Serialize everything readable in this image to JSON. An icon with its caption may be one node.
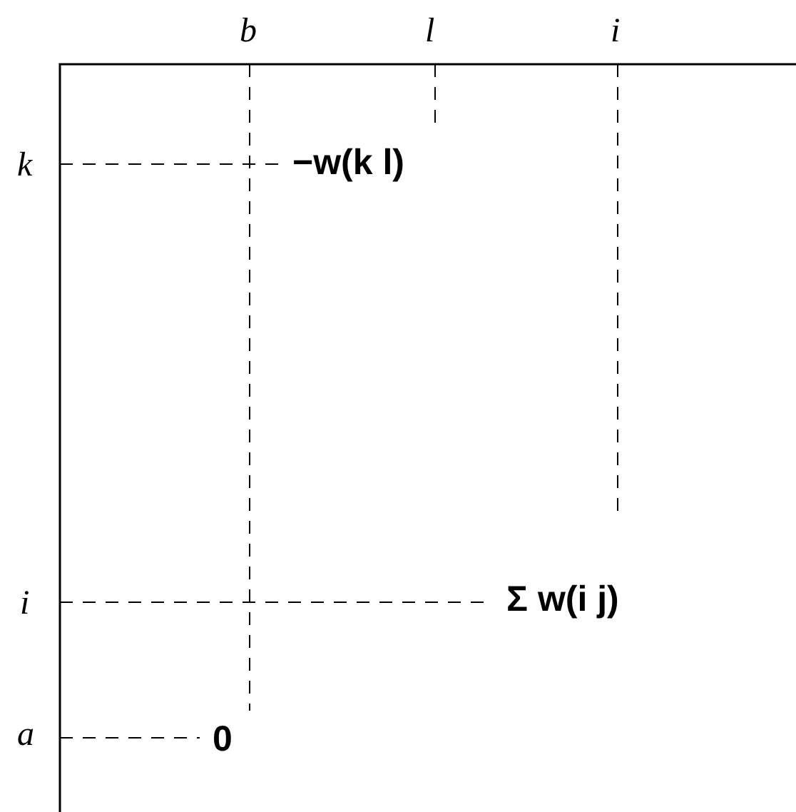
{
  "diagram": {
    "labels": [
      "b",
      "l",
      "i",
      "k",
      "−w(k l)",
      "i",
      "Σ w(i j)",
      "a",
      "0"
    ]
  }
}
